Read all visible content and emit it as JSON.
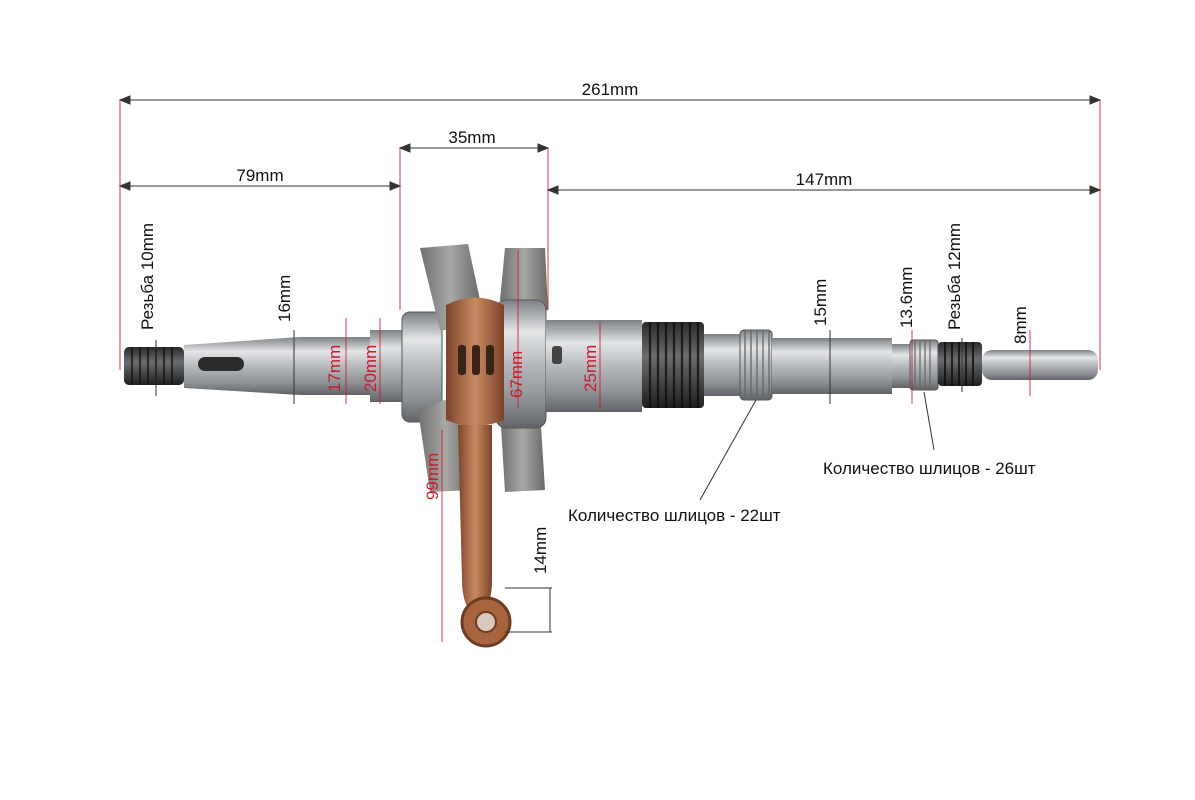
{
  "dimensions": {
    "total_length": "261mm",
    "left_shaft_length": "79mm",
    "crank_width": "35mm",
    "right_shaft_length": "147mm",
    "left_thread": "Резьба 10mm",
    "d_16": "16mm",
    "d_17": "17mm",
    "d_20": "20mm",
    "d_67": "67mm",
    "d_99": "99mm",
    "d_25": "25mm",
    "d_14": "14mm",
    "d_15": "15mm",
    "d_13_6": "13.6mm",
    "right_thread": "Резьба 12mm",
    "d_8": "8mm"
  },
  "notes": {
    "splines_22": "Количество шлицов - 22шт",
    "splines_26": "Количество шлицов - 26шт"
  },
  "colors": {
    "dimension_line": "#333333",
    "accent_red": "#cc1a2a",
    "steel": "#b9bcc0",
    "steel_dark": "#6e7276",
    "copper": "#a8643e"
  }
}
